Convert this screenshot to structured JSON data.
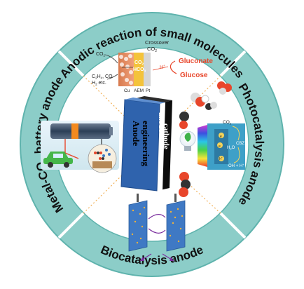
{
  "ring": {
    "top": "Anodic reaction of small molecules",
    "right": "Photocatalysis anode",
    "bottom": "Biocatalysis anode",
    "left_prefix": "Metal-CO",
    "left_sub": "2",
    "left_suffix": " battery anode"
  },
  "center": {
    "front_label_line1": "Anode",
    "front_label_line2": "engineering",
    "side_label_line1": "cathode",
    "side_label_line2": "anode"
  },
  "electrolysis": {
    "crossover_line1": "Crossover",
    "crossover_line2": "CO",
    "crossover_sub": "2",
    "co2_label": "CO",
    "co2_sub": "2",
    "mid_label_co2": "CO",
    "mid_label_co2_sub": "2",
    "mid_label_hco3": "HCO",
    "mid_label_hco3_sub": "3",
    "reactants_line1": "C",
    "reactants_line1_sub": "2",
    "reactants_line1_mid": "H",
    "reactants_line1_sub2": "4",
    "reactants_line1_end": ", CO",
    "reactants_line2": "H",
    "reactants_line2_sub": "2",
    "reactants_line2_end": " etc.",
    "proton": "H",
    "proton_sup": "+",
    "product1": "Gluconate",
    "product2": "Glucose",
    "layer_cu": "Cu",
    "layer_aem": "AEM",
    "layer_pt": "Pt"
  },
  "photo": {
    "co2": "CO",
    "co2_sub": "2",
    "cbz": "CBZ",
    "h2o": "H",
    "h2o_sub": "2",
    "h2o_end": "O",
    "oh": "·OH + H",
    "oh_sup": "+",
    "electron": "e",
    "hole": "h",
    "hole_sup": "+"
  },
  "colors": {
    "ring": "#8ccdc8",
    "ring_edge": "#5fb3ad",
    "divider": "#f2b25a",
    "device_front": "#2f63ad",
    "device_side": "#0d0d0d",
    "gluconate": "#e8462b",
    "glucose": "#e8462b",
    "bio_electrode": "#3f79c4",
    "arrow_purple": "#7b2f9e"
  },
  "icons": [
    "molecule-icon",
    "lightbulb-icon",
    "leaf-icon",
    "car-icon",
    "battery-icon",
    "electrode-icon"
  ]
}
